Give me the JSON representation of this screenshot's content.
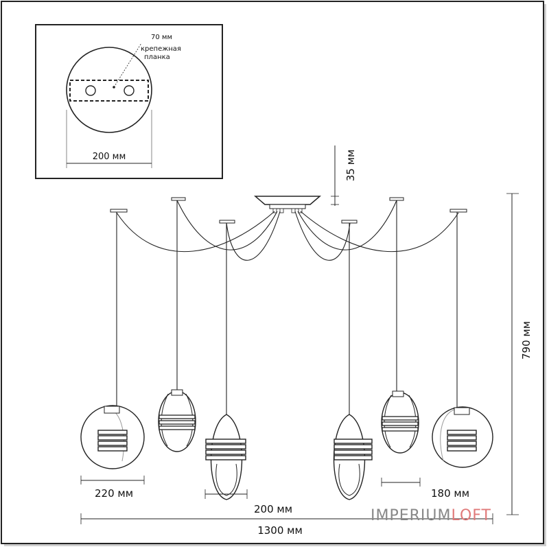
{
  "inset": {
    "plate_width_label": "70 мм",
    "plate_label_line1": "крепежная",
    "plate_label_line2": "планка",
    "canopy_diameter_label": "200 мм"
  },
  "dimensions": {
    "canopy_height": "35 мм",
    "total_height": "790 мм",
    "large_shade_diameter": "220 мм",
    "medium_shade_diameter": "200 мм",
    "small_shade_diameter": "180 мм",
    "total_width": "1300 мм"
  },
  "brand": {
    "part1": "IMPERIUM",
    "part2": "LOFT",
    "color_part1": "#888888",
    "color_part2": "#e07a7a"
  }
}
